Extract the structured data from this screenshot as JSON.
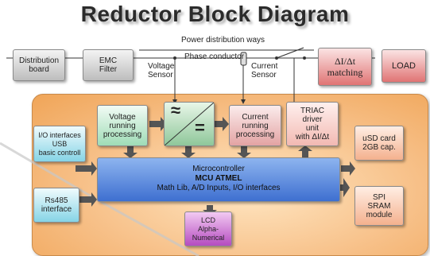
{
  "title": "Reductor Block Diagram",
  "labels": {
    "power_distribution": "Power distribution ways",
    "phase_conductor": "Phase conductor",
    "voltage_sensor": "Voltage\nSensor",
    "current_sensor": "Current\nSensor"
  },
  "top_chain": {
    "distribution_board": "Distribution\nboard",
    "emc_filter": "EMC\nFilter",
    "matching": "ΔI/Δt\nmatching",
    "load": "LOAD"
  },
  "blocks": {
    "voltage_processing": "Voltage\nrunning\nprocessing",
    "current_processing": "Current\nrunning\nprocessing",
    "triac_driver": "TRIAC\ndriver\nunit\nwith ΔI/Δt",
    "io_interfaces": "I/O interfaces\nUSB\nbasic controll",
    "usd_card": "uSD card\n2GB cap.",
    "rs485": "Rs485\ninterface",
    "spi_sram": "SPI\nSRAM\nmodule",
    "lcd": "LCD\nAlpha-\nNumerical"
  },
  "converter": {
    "ac_symbol": "≈",
    "dc_symbol": "="
  },
  "microcontroller": {
    "line1": "Microcontroller",
    "line2": "MCU ATMEL",
    "line3": "Math Lib, A/D Inputs, I/O interfaces"
  },
  "colors": {
    "panel": "#f7c088",
    "mcu": "#3e6fd0",
    "arrow": "#555555"
  }
}
